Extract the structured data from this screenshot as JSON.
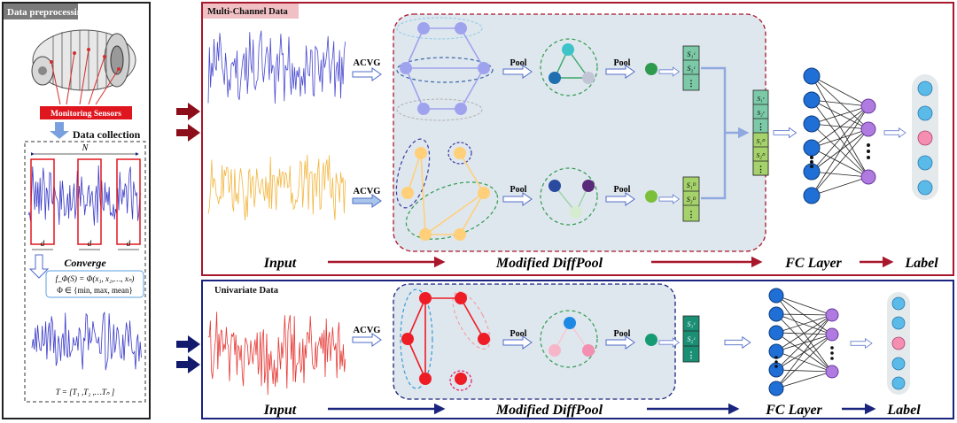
{
  "left_panel": {
    "title": "Data preprocessing",
    "sensor_label": "Monitoring Sensors",
    "collection_label": "Data collection",
    "n_label": "N",
    "d_label": "d",
    "converge_label": "Converge",
    "formula_line1": "f_Φ(S) = Φ(x₁, x₂,…, xₙ)",
    "formula_line2": "Φ ∈ {min, max, mean}",
    "t_formula": "T = [T₁ ,T₂ ,…Tₙ ]"
  },
  "top_panel": {
    "title": "Multi-Channel Data",
    "acvg_1": "ACVG",
    "acvg_2": "ACVG",
    "pool_1": "Pool",
    "pool_2": "Pool",
    "pool_3": "Pool",
    "pool_4": "Pool",
    "input_label": "Input",
    "diffpool_label": "Modified DiffPool",
    "fc_label": "FC Layer",
    "label_label": "Label",
    "stack_top": [
      "S₁ᶜ",
      "S₂ᶜ",
      "⋮"
    ],
    "stack_bottom": [
      "S₁ᴰ",
      "S₂ᴰ",
      "⋮"
    ],
    "stack_merged": [
      "S₁ᶜ",
      "S₂ᶜ",
      "⋮",
      "S₁ᴰ",
      "S₂ᴰ",
      "⋮"
    ]
  },
  "bottom_panel": {
    "title": "Univariate Data",
    "acvg": "ACVG",
    "pool_1": "Pool",
    "pool_2": "Pool",
    "input_label": "Input",
    "diffpool_label": "Modified DiffPool",
    "fc_label": "FC Layer",
    "label_label": "Label",
    "stack": [
      "S₁ᶜ",
      "S₂ᶜ",
      "⋮"
    ]
  },
  "colors": {
    "top_border": "#a8172b",
    "bottom_border": "#1a237e",
    "blue_signal": "#4a4ad0",
    "orange_signal": "#f2b640",
    "red_signal": "#e53935",
    "graph_purple": "#9fa3ee",
    "graph_orange": "#ffcf7a",
    "graph_red": "#ee1c25",
    "green_node": "#2e9a4e",
    "neuron_blue": "#1f6fd6",
    "neuron_purple": "#b07be0",
    "label_blue": "#5bbbe8",
    "label_pink": "#f48fb1"
  }
}
